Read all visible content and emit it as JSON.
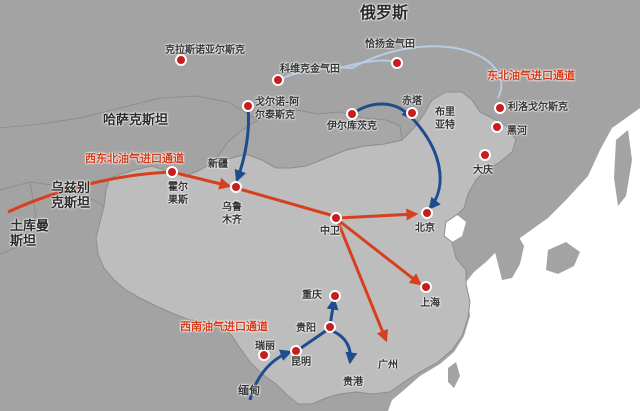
{
  "countries": {
    "russia": "俄罗斯",
    "kazakhstan": "哈萨克斯坦",
    "uzbekistan": "乌兹别\n克斯坦",
    "turkmenistan": "土库曼\n斯坦",
    "myanmar": "缅甸"
  },
  "routes": {
    "northeast": "东北油气进口通道",
    "northwest": "西东北油气进口通道",
    "southwest": "西南油气进口通道"
  },
  "cities": {
    "krasnoyarsk": "克拉斯诺亚尔斯克",
    "chayanda": "恰扬金气田",
    "kovykta": "科维克金气田",
    "irkutsk": "伊尔库茨克",
    "chita": "赤塔",
    "buir": "布里\n亚特",
    "komsomolsk": "利洛戈尔斯克",
    "heihe": "黑河",
    "daqing": "大庆",
    "gorno_altaysk": "戈尔诺-阿\n尔泰斯克",
    "xinjiang": "新疆",
    "khorgos": "霍尔\n果斯",
    "urumqi": "乌鲁\n木齐",
    "zhongwei": "中卫",
    "beijing": "北京",
    "shanghai": "上海",
    "chongqing": "重庆",
    "guiyang": "贵阳",
    "ruili": "瑞丽",
    "kunming": "昆明",
    "guangzhou": "广州",
    "guigang": "贵港"
  },
  "colors": {
    "land_foreign": "#9c9c9c",
    "land_china": "#bcbcbc",
    "sea": "#ffffff",
    "red_route": "#d7401f",
    "blue_route": "#1f4c8c",
    "pale_route": "#b9cbe6",
    "city_dot": "#c81d1d"
  }
}
